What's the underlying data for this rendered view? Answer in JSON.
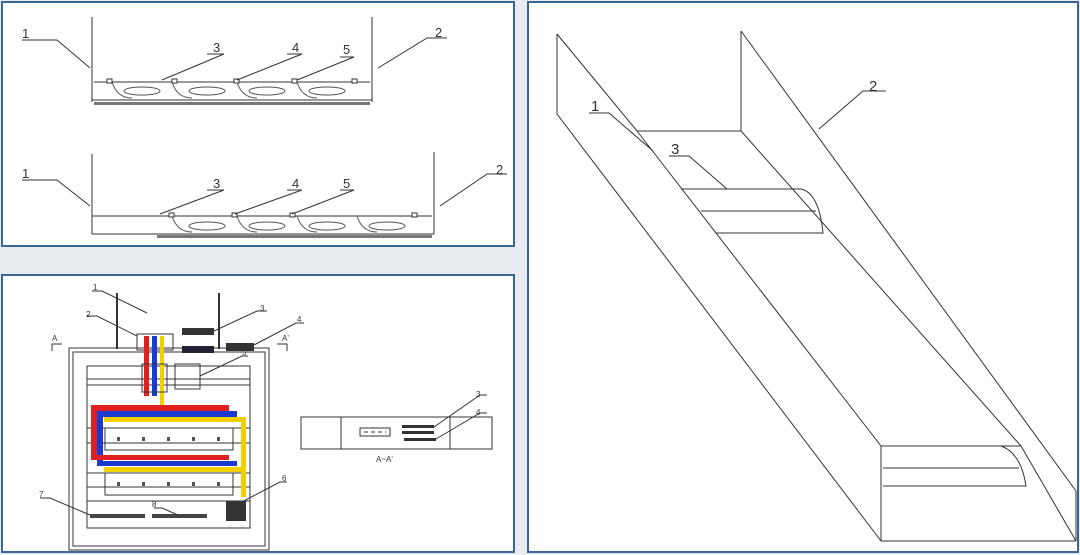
{
  "panels": {
    "tray_sections": {
      "upper_view": {
        "labels": [
          "1",
          "2",
          "3",
          "4",
          "5"
        ]
      },
      "lower_view": {
        "labels": [
          "1",
          "2",
          "3",
          "4",
          "5"
        ]
      }
    },
    "cabinet": {
      "labels": [
        "1",
        "2",
        "3",
        "4",
        "5",
        "6",
        "7",
        "8"
      ],
      "section_marks": [
        "A",
        "A'"
      ],
      "section_view": {
        "labels": [
          "3",
          "4"
        ],
        "caption": "A~A'"
      }
    },
    "trough_3d": {
      "labels": [
        "1",
        "2",
        "3"
      ]
    }
  },
  "colors": {
    "border": "#3a6596",
    "phase_red": "#e02020",
    "phase_blue": "#1a3ad0",
    "phase_yellow": "#f0d000"
  }
}
